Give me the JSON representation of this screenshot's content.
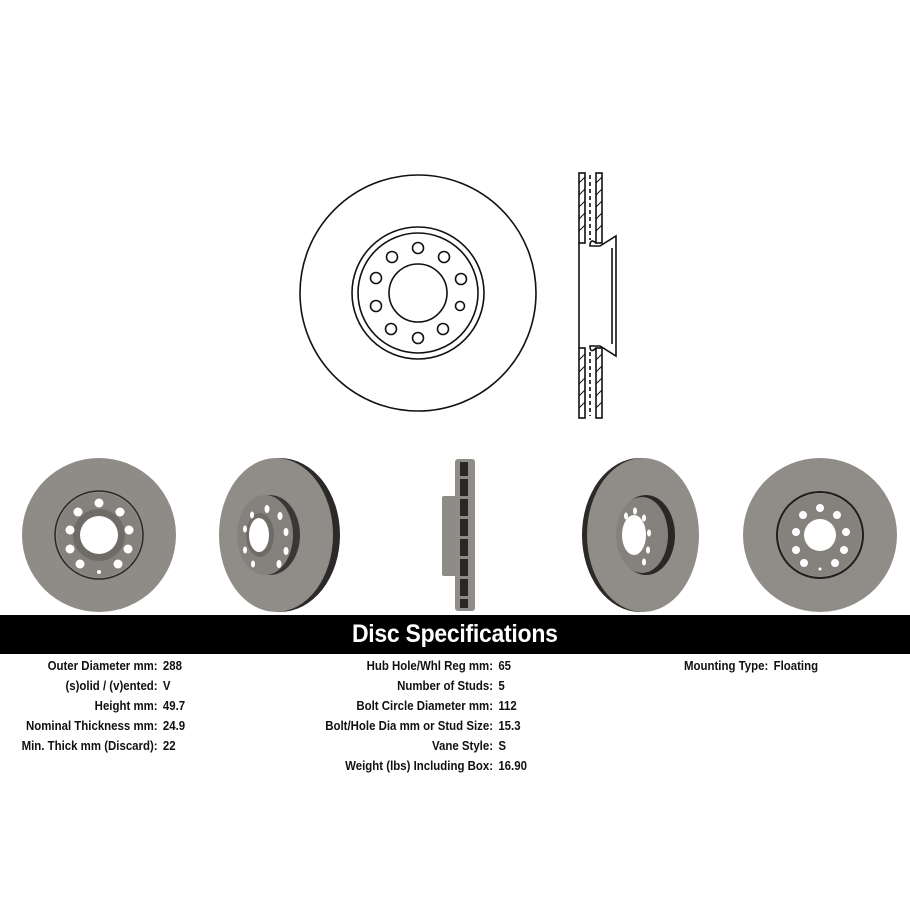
{
  "title_bar": {
    "label": "Disc Specifications",
    "background": "#000000",
    "text_color": "#ffffff"
  },
  "diagram": {
    "front_view": {
      "name": "rotor-front-line-drawing",
      "bolt_holes": 10
    },
    "side_view": {
      "name": "rotor-cross-section-line-drawing"
    }
  },
  "photos": [
    {
      "name": "rotor-photo-front",
      "view": "front"
    },
    {
      "name": "rotor-photo-angled-left",
      "view": "angled"
    },
    {
      "name": "rotor-photo-edge",
      "view": "edge"
    },
    {
      "name": "rotor-photo-angled-right",
      "view": "angled-rear"
    },
    {
      "name": "rotor-photo-back",
      "view": "back"
    }
  ],
  "specs": {
    "col1": [
      {
        "label": "Outer Diameter mm:",
        "value": "288"
      },
      {
        "label": "(s)olid / (v)ented:",
        "value": "V"
      },
      {
        "label": "Height mm:",
        "value": "49.7"
      },
      {
        "label": "Nominal Thickness mm:",
        "value": "24.9"
      },
      {
        "label": "Min. Thick mm (Discard):",
        "value": "22"
      }
    ],
    "col2": [
      {
        "label": "Hub Hole/Whl Reg mm:",
        "value": "65"
      },
      {
        "label": "Number of Studs:",
        "value": "5"
      },
      {
        "label": "Bolt Circle Diameter mm:",
        "value": "112"
      },
      {
        "label": "Bolt/Hole Dia mm or Stud Size:",
        "value": "15.3"
      },
      {
        "label": "Vane Style:",
        "value": "S"
      },
      {
        "label": "Weight (lbs) Including Box:",
        "value": "16.90"
      }
    ],
    "col3": [
      {
        "label": "Mounting Type:",
        "value": "Floating"
      }
    ]
  },
  "colors": {
    "rotor_metal": "#8f8b86",
    "rotor_dark": "#4a4744",
    "line": "#111111"
  }
}
